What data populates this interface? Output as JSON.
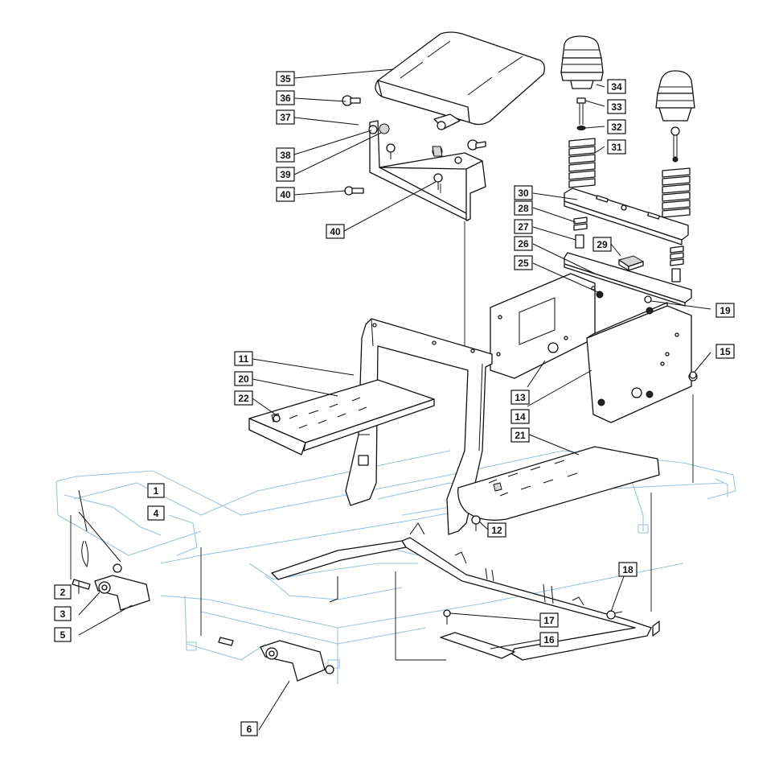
{
  "callouts": [
    {
      "label": "1"
    },
    {
      "label": "2"
    },
    {
      "label": "3"
    },
    {
      "label": "4"
    },
    {
      "label": "5"
    },
    {
      "label": "6"
    },
    {
      "label": "11"
    },
    {
      "label": "12"
    },
    {
      "label": "13"
    },
    {
      "label": "14"
    },
    {
      "label": "15"
    },
    {
      "label": "16"
    },
    {
      "label": "17"
    },
    {
      "label": "18"
    },
    {
      "label": "19"
    },
    {
      "label": "20"
    },
    {
      "label": "21"
    },
    {
      "label": "22"
    },
    {
      "label": "25"
    },
    {
      "label": "26"
    },
    {
      "label": "27"
    },
    {
      "label": "28"
    },
    {
      "label": "29"
    },
    {
      "label": "30"
    },
    {
      "label": "31"
    },
    {
      "label": "32"
    },
    {
      "label": "33"
    },
    {
      "label": "34"
    },
    {
      "label": "35"
    },
    {
      "label": "36"
    },
    {
      "label": "37"
    },
    {
      "label": "38"
    },
    {
      "label": "39"
    },
    {
      "label": "40"
    },
    {
      "label": "40"
    }
  ],
  "colors": {
    "ink": "#111111",
    "frame": "#9ec3df",
    "box_fill": "#ffffff"
  }
}
